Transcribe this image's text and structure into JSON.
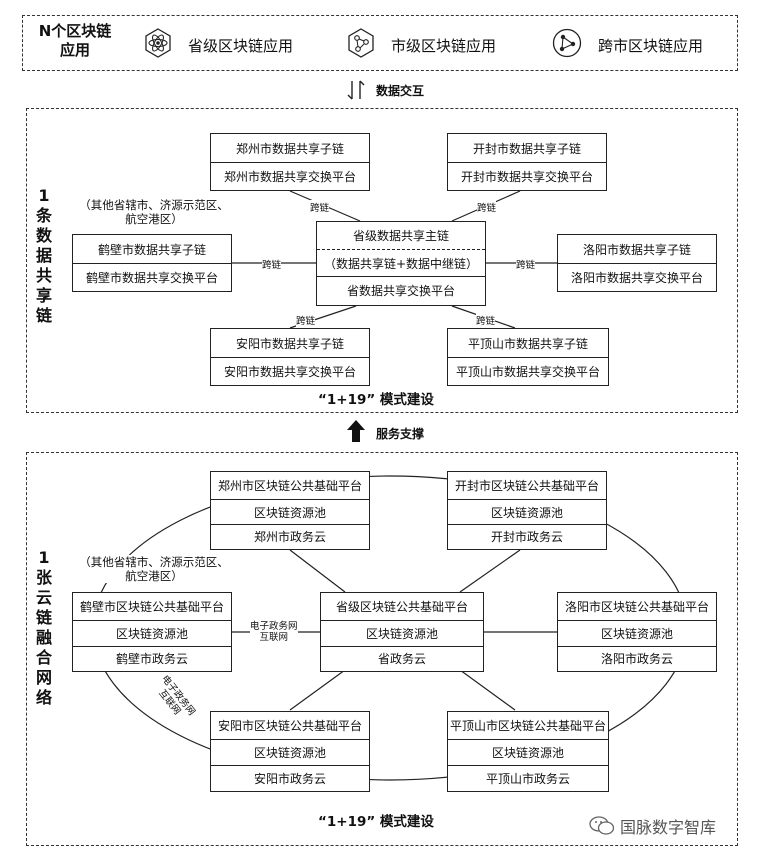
{
  "top": {
    "title_line1": "N个区块链",
    "title_line2": "应用",
    "apps": [
      {
        "label": "省级区块链应用",
        "icon": "atom-hexagon-icon"
      },
      {
        "label": "市级区块链应用",
        "icon": "network-hexagon-icon"
      },
      {
        "label": "跨市区块链应用",
        "icon": "triangle-network-circle-icon"
      }
    ]
  },
  "arrows": {
    "data_exchange": "数据交互",
    "service_support": "服务支撑"
  },
  "chain_section": {
    "vertical_label": [
      "1",
      "条",
      "数",
      "据",
      "共",
      "享",
      "链"
    ],
    "note_line1": "（其他省辖市、济源示范区、",
    "note_line2": "航空港区）",
    "center": {
      "line1": "省级数据共享主链",
      "line2": "（数据共享链+数据中继链）",
      "line3": "省数据共享交换平台"
    },
    "nodes": {
      "zhengzhou": [
        "郑州市数据共享子链",
        "郑州市数据共享交换平台"
      ],
      "kaifeng": [
        "开封市数据共享子链",
        "开封市数据共享交换平台"
      ],
      "hebi": [
        "鹤壁市数据共享子链",
        "鹤壁市数据共享交换平台"
      ],
      "luoyang": [
        "洛阳市数据共享子链",
        "洛阳市数据共享交换平台"
      ],
      "anyang": [
        "安阳市数据共享子链",
        "安阳市数据共享交换平台"
      ],
      "pingdingshan": [
        "平顶山市数据共享子链",
        "平顶山市数据共享交换平台"
      ]
    },
    "link_label": "跨链",
    "footer": "“1+19” 模式建设"
  },
  "cloud_section": {
    "vertical_label": [
      "1",
      "张",
      "云",
      "链",
      "融",
      "合",
      "网",
      "络"
    ],
    "note_line1": "（其他省辖市、济源示范区、",
    "note_line2": "航空港区）",
    "center": [
      "省级区块链公共基础平台",
      "区块链资源池",
      "省政务云"
    ],
    "nodes": {
      "zhengzhou": [
        "郑州市区块链公共基础平台",
        "区块链资源池",
        "郑州市政务云"
      ],
      "kaifeng": [
        "开封市区块链公共基础平台",
        "区块链资源池",
        "开封市政务云"
      ],
      "hebi": [
        "鹤壁市区块链公共基础平台",
        "区块链资源池",
        "鹤壁市政务云"
      ],
      "luoyang": [
        "洛阳市区块链公共基础平台",
        "区块链资源池",
        "洛阳市政务云"
      ],
      "anyang": [
        "安阳市区块链公共基础平台",
        "区块链资源池",
        "安阳市政务云"
      ],
      "pingdingshan": [
        "平顶山市区块链公共基础平台",
        "区块链资源池",
        "平顶山市政务云"
      ]
    },
    "network_label_line1": "电子政务网",
    "network_label_line2": "互联网",
    "footer": "“1+19” 模式建设"
  },
  "watermark": "国脉数字智库"
}
